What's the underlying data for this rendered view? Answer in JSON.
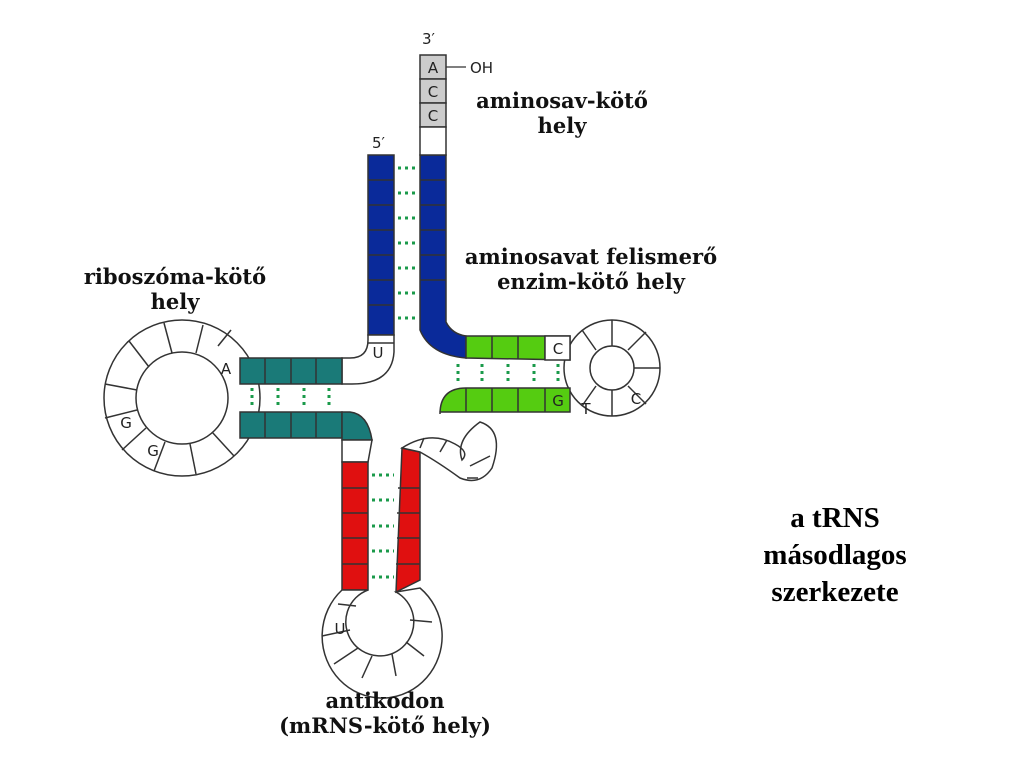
{
  "title": {
    "line1": "a tRNS",
    "line2": "másodlagos",
    "line3": "szerkezete"
  },
  "labels": {
    "amino_site": {
      "line1": "aminosav-kötő",
      "line2": "hely"
    },
    "enzyme_site": {
      "line1": "aminosavat felismerő",
      "line2": "enzim-kötő hely"
    },
    "ribosome_site": {
      "line1": "riboszóma-kötő",
      "line2": "hely"
    },
    "anticodon": {
      "line1": "antikodon",
      "line2": "(mRNS-kötő hely)"
    }
  },
  "ends": {
    "three_prime": "3′",
    "five_prime": "5′",
    "hydroxyl": "OH"
  },
  "nucleotides": {
    "acceptor_tail": [
      "A",
      "C",
      "C"
    ],
    "d_loop": [
      "A",
      "G",
      "G"
    ],
    "t_loop": [
      "C",
      "G",
      "T",
      "C"
    ],
    "connector": "U",
    "anticodon_loop": "U"
  },
  "colors": {
    "acceptor_stem": "#0a2a9a",
    "d_arm": "#1a7a78",
    "t_arm": "#55cc11",
    "anticodon_arm": "#e01010",
    "tail": "#cccccc",
    "base_pair": "#1a9a4a",
    "outline": "#333333"
  }
}
